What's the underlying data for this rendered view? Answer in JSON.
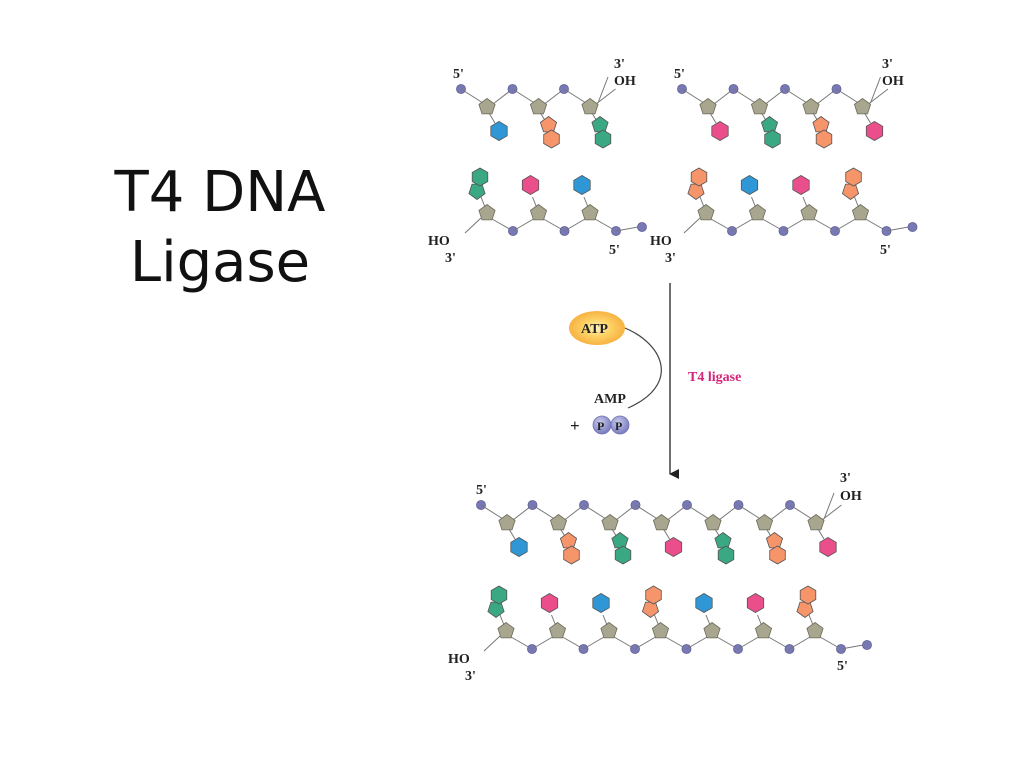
{
  "title": {
    "line1": "T4 DNA",
    "line2": "Ligase"
  },
  "labels": {
    "five_prime": "5'",
    "three_prime": "3'",
    "oh": "OH",
    "ho": "HO"
  },
  "reaction": {
    "atp": "ATP",
    "amp": "AMP",
    "plus": "+",
    "p": "P",
    "enzyme": "T4 ligase"
  },
  "colors": {
    "blue": "#2f97d6",
    "orange": "#f6946a",
    "green": "#3aa882",
    "pink": "#ea4f8c",
    "sugar": "#a9a690",
    "phosphate": "#7778b4",
    "enzyme_text": "#d6247a",
    "atp_glow": "#f7b733"
  },
  "strands": {
    "left_fragment": {
      "top_bases": [
        "blue",
        "orange-bicyclic",
        "green-bicyclic"
      ],
      "bottom_bases": [
        "green-bicyclic",
        "pink",
        "blue"
      ]
    },
    "right_fragment": {
      "top_bases": [
        "pink",
        "green-bicyclic",
        "orange-bicyclic",
        "pink"
      ],
      "bottom_bases": [
        "orange-bicyclic",
        "blue",
        "pink",
        "orange-bicyclic"
      ]
    },
    "ligated_product": {
      "top_bases": [
        "blue",
        "orange-bicyclic",
        "green-bicyclic",
        "pink",
        "green-bicyclic",
        "orange-bicyclic",
        "pink"
      ],
      "bottom_bases": [
        "green-bicyclic",
        "pink",
        "blue",
        "orange-bicyclic",
        "blue",
        "pink",
        "orange-bicyclic"
      ]
    }
  }
}
